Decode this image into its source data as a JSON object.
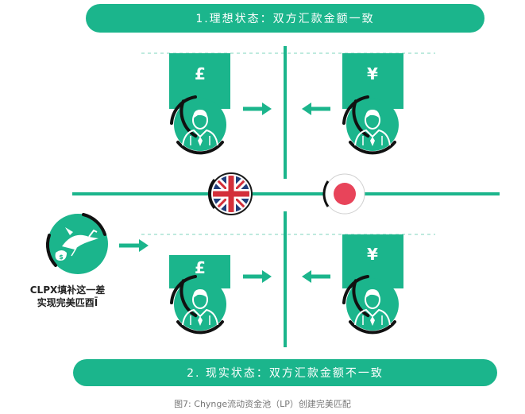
{
  "top_banner": "1.理想状态：双方汇款金额一致",
  "bottom_banner": "2. 现实状态：双方汇款金额不一致",
  "symbols": {
    "pound": "£",
    "yen": "¥"
  },
  "clpx_label": {
    "line1": "CLPX填补这一差",
    "line2": "实现完美匹酉Ī"
  },
  "caption": "图7: Chynge流动资金池（LP）创建完美匹配",
  "colors": {
    "primary_green": "#1bb58c",
    "dark": "#1a1a1a",
    "japan_red": "#e8445a",
    "uk_blue": "#1f3d7a",
    "uk_red": "#d32f3a"
  },
  "icons": [
    "person-icon",
    "pound-icon",
    "yen-icon",
    "uk-flag-icon",
    "japan-flag-icon",
    "stork-icon",
    "arrow-right-icon",
    "arrow-left-icon"
  ]
}
